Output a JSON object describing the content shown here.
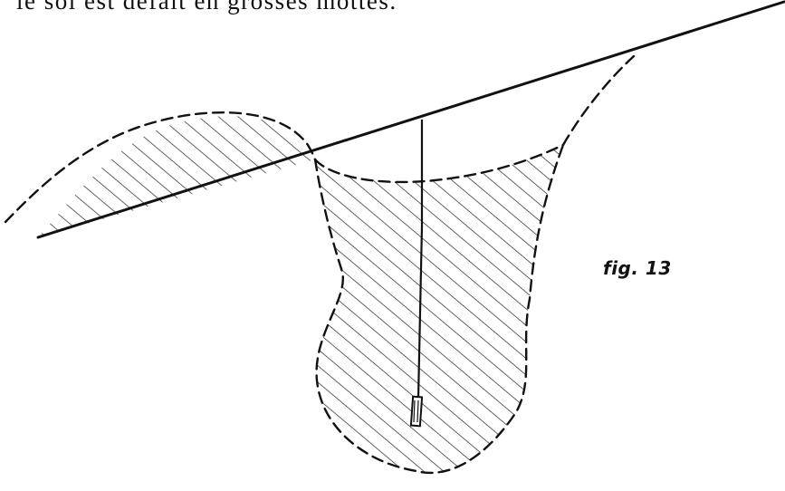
{
  "text": {
    "top_line": "le sol est défait en grosses mottes.",
    "figure_label": "fig. 13"
  },
  "colors": {
    "ink": "#111111",
    "paper": "#ffffff"
  },
  "elements": {
    "ground_line": "ground-line",
    "upheaved_region": "upheaved-soil-region",
    "crater_region": "crater-region",
    "probe": "probe-object"
  }
}
